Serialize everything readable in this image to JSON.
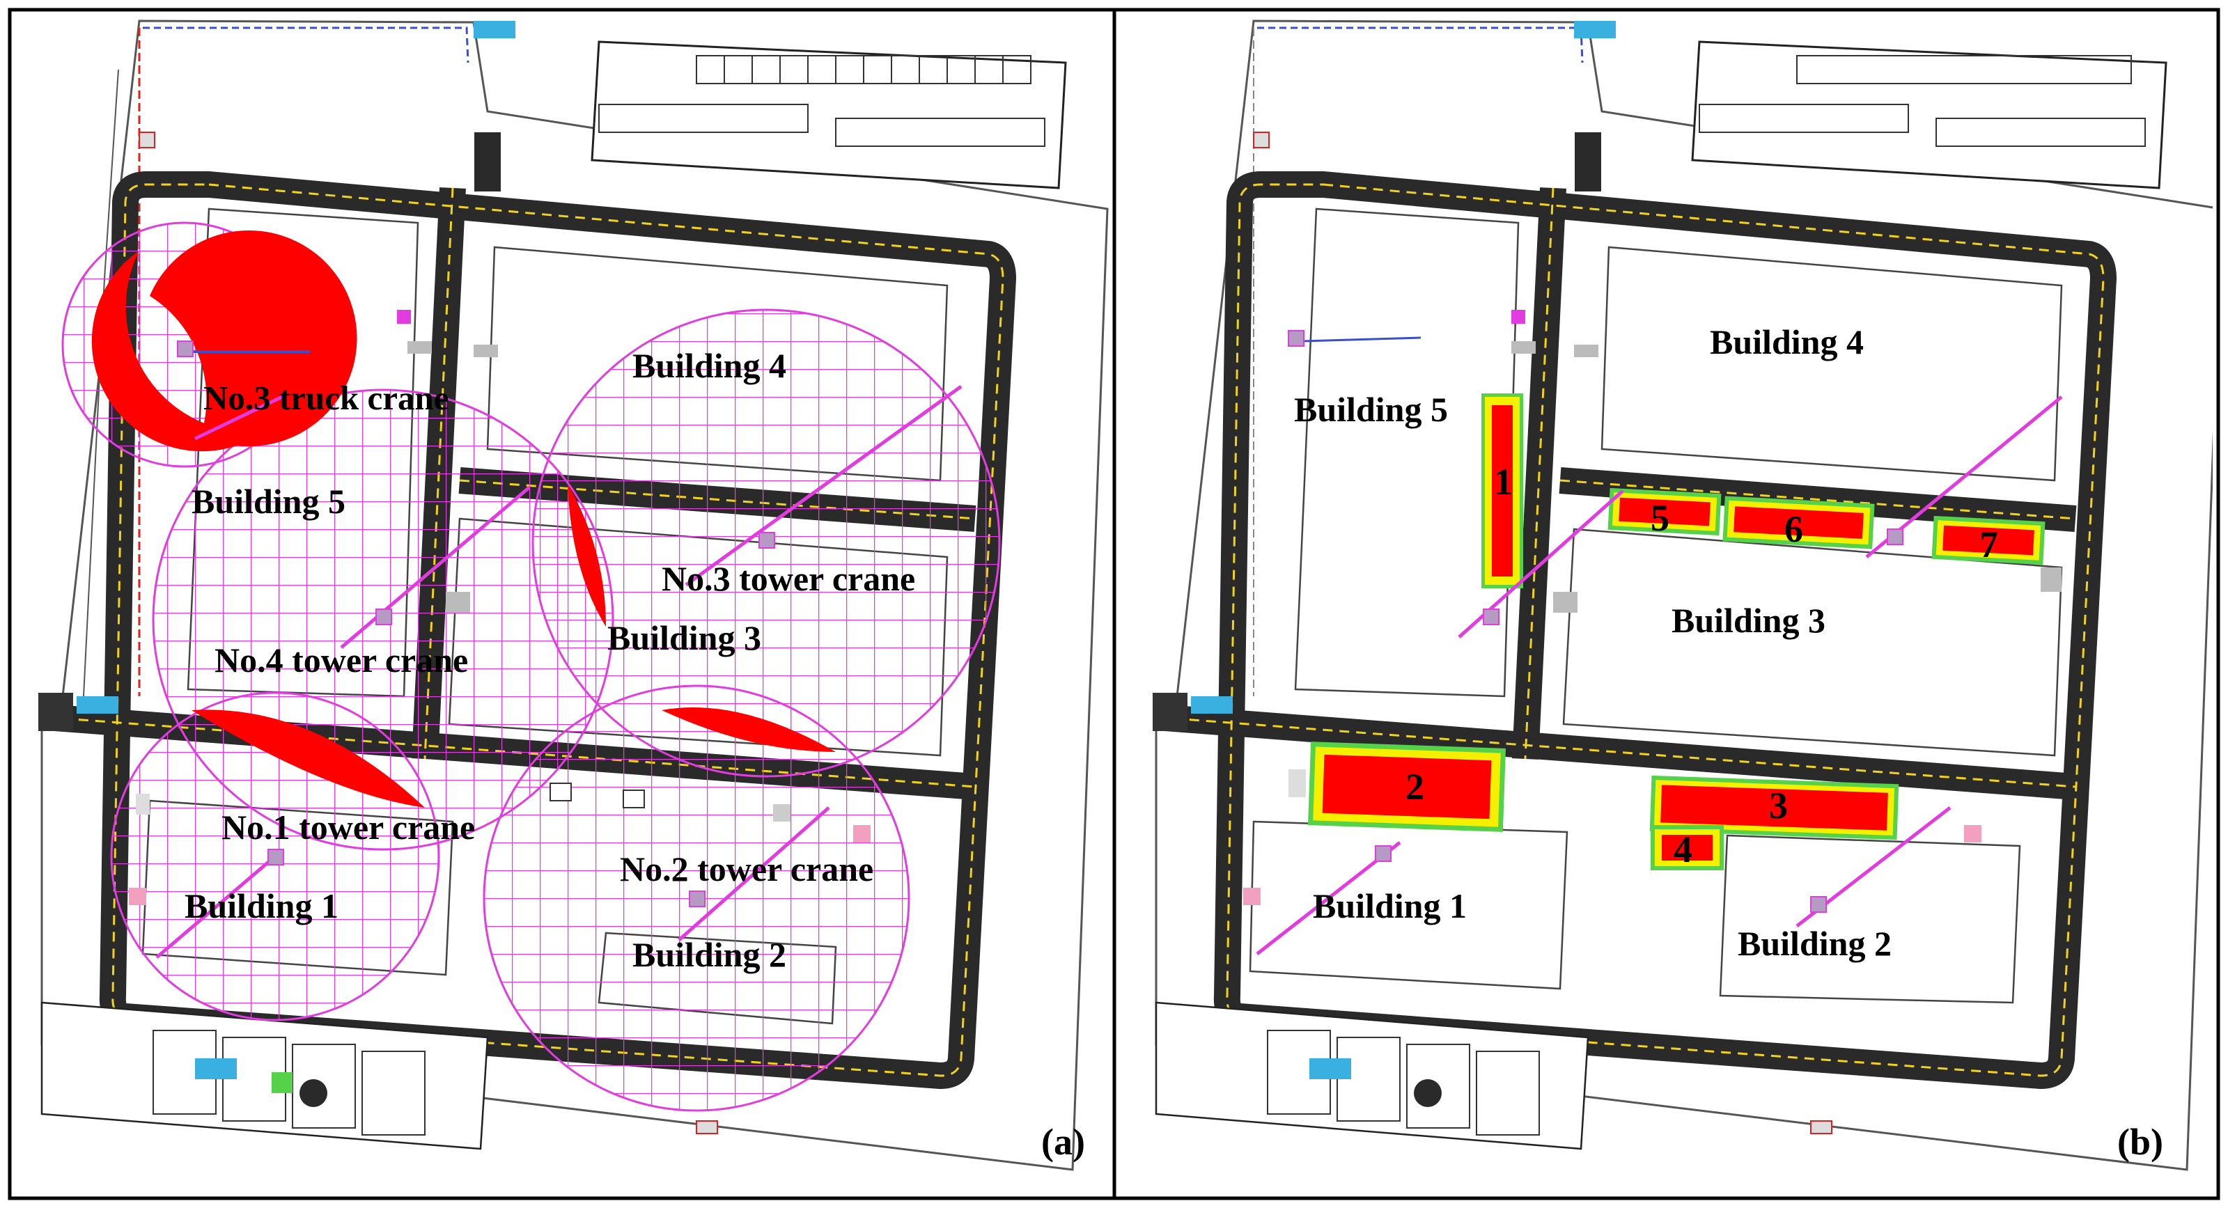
{
  "colors": {
    "road": "#2a2a2a",
    "road_line": "#f2d21a",
    "crane_range": "#e23be0",
    "conflict": "#ff0000",
    "storage_yellow": "#f4f000",
    "storage_green": "#56d14a",
    "office": "#3ab0e0"
  },
  "panel_a": {
    "tag": "(a)",
    "labels": {
      "building1": "Building 1",
      "building2": "Building 2",
      "building3": "Building 3",
      "building4": "Building 4",
      "building5": "Building 5",
      "crane1": "No.1 tower crane",
      "crane2": "No.2 tower crane",
      "crane3": "No.3 tower crane",
      "crane4": "No.4 tower crane",
      "truck3": "No.3 truck crane"
    }
  },
  "panel_b": {
    "tag": "(b)",
    "labels": {
      "building1": "Building 1",
      "building2": "Building 2",
      "building3": "Building 3",
      "building4": "Building 4",
      "building5": "Building 5"
    },
    "zones": [
      "1",
      "2",
      "3",
      "4",
      "5",
      "6",
      "7"
    ]
  }
}
